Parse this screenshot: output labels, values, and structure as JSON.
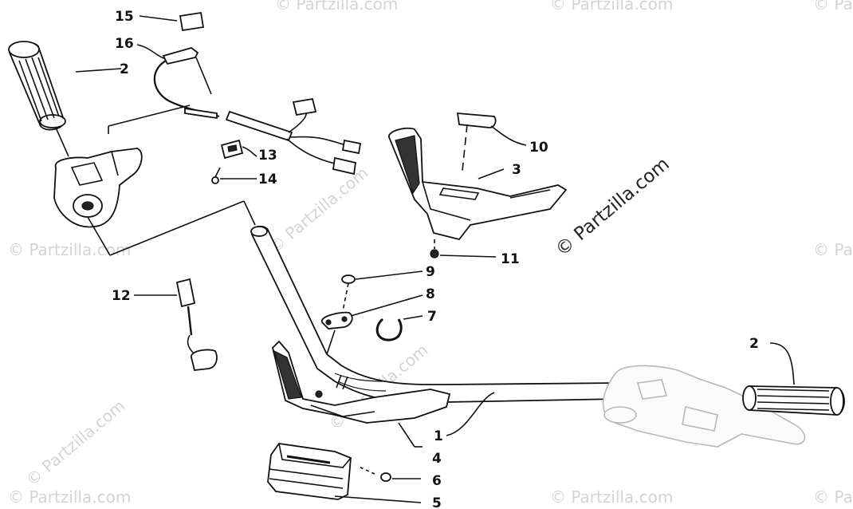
{
  "watermark_main": "© Partzilla.com",
  "watermark_faint": "© Partzilla.com",
  "callouts": [
    {
      "id": "15",
      "text": "15"
    },
    {
      "id": "16",
      "text": "16"
    },
    {
      "id": "2a",
      "text": "2"
    },
    {
      "id": "13",
      "text": "13"
    },
    {
      "id": "14",
      "text": "14"
    },
    {
      "id": "10",
      "text": "10"
    },
    {
      "id": "3",
      "text": "3"
    },
    {
      "id": "11",
      "text": "11"
    },
    {
      "id": "9",
      "text": "9"
    },
    {
      "id": "8",
      "text": "8"
    },
    {
      "id": "7",
      "text": "7"
    },
    {
      "id": "12",
      "text": "12"
    },
    {
      "id": "2b",
      "text": "2"
    },
    {
      "id": "1",
      "text": "1"
    },
    {
      "id": "4",
      "text": "4"
    },
    {
      "id": "6",
      "text": "6"
    },
    {
      "id": "5",
      "text": "5"
    }
  ]
}
